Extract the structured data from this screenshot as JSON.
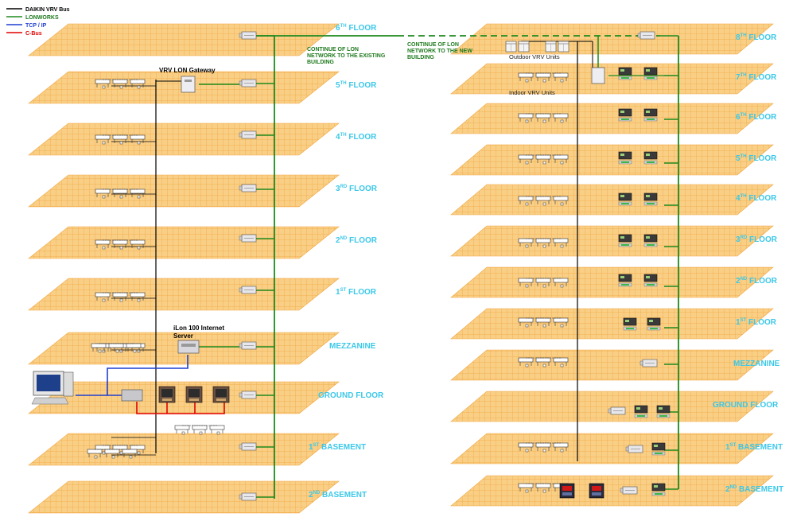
{
  "legend": [
    {
      "label": "DAIKIN VRV Bus",
      "color": "#000000"
    },
    {
      "label": "LONWORKS",
      "color": "#1e8a1e"
    },
    {
      "label": "TCP / IP",
      "color": "#1f3fd0"
    },
    {
      "label": "C-Bus",
      "color": "#e00000"
    }
  ],
  "left_floors": [
    {
      "base": "6",
      "sup": "TH",
      "rest": " FLOOR"
    },
    {
      "base": "5",
      "sup": "TH",
      "rest": " FLOOR"
    },
    {
      "base": "4",
      "sup": "TH",
      "rest": " FLOOR"
    },
    {
      "base": "3",
      "sup": "RD",
      "rest": " FLOOR"
    },
    {
      "base": "2",
      "sup": "ND",
      "rest": " FLOOR"
    },
    {
      "base": "1",
      "sup": "ST",
      "rest": " FLOOR"
    },
    {
      "base": "MEZZANINE",
      "sup": "",
      "rest": ""
    },
    {
      "base": "GROUND FLOOR",
      "sup": "",
      "rest": ""
    },
    {
      "base": "1",
      "sup": "ST",
      "rest": " BASEMENT"
    },
    {
      "base": "2",
      "sup": "ND",
      "rest": " BASEMENT"
    }
  ],
  "right_floors": [
    {
      "base": "8",
      "sup": "TH",
      "rest": " FLOOR"
    },
    {
      "base": "7",
      "sup": "TH",
      "rest": " FLOOR"
    },
    {
      "base": "6",
      "sup": "TH",
      "rest": " FLOOR"
    },
    {
      "base": "5",
      "sup": "TH",
      "rest": " FLOOR"
    },
    {
      "base": "4",
      "sup": "TH",
      "rest": " FLOOR"
    },
    {
      "base": "3",
      "sup": "RD",
      "rest": " FLOOR"
    },
    {
      "base": "2",
      "sup": "ND",
      "rest": " FLOOR"
    },
    {
      "base": "1",
      "sup": "ST",
      "rest": " FLOOR"
    },
    {
      "base": "MEZZANINE",
      "sup": "",
      "rest": ""
    },
    {
      "base": "GROUND FLOOR",
      "sup": "",
      "rest": ""
    },
    {
      "base": "1",
      "sup": "ST",
      "rest": " BASEMENT"
    },
    {
      "base": "2",
      "sup": "ND",
      "rest": " BASEMENT"
    }
  ],
  "notes": {
    "existing": [
      "CONTINUE OF LON",
      "NETWORK TO THE EXISTING",
      "BUILDING"
    ],
    "new": [
      "CONTINUE OF LON",
      "NETWORK TO THE NEW",
      "BUILDING"
    ]
  },
  "devices": {
    "gateway": "VRV LON Gateway",
    "ilon": [
      "iLon 100 Internet",
      "Server"
    ],
    "outdoor": "Outdoor VRV Units",
    "indoor": "Indoor VRV Units"
  }
}
